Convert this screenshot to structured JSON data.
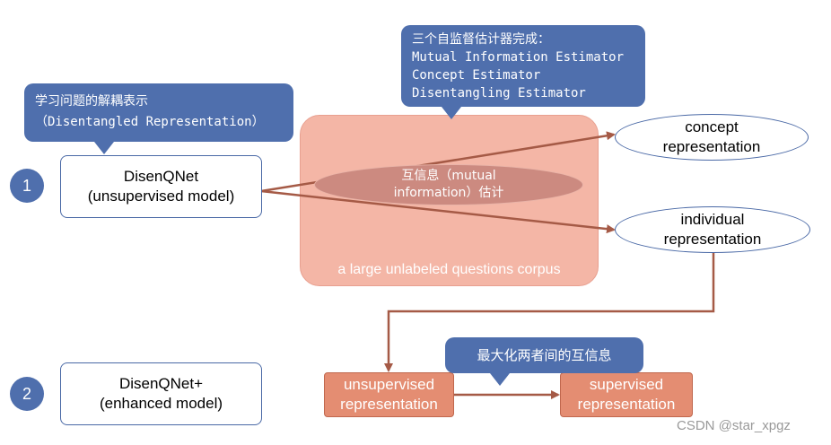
{
  "callout_top_left": {
    "line1": "学习问题的解耦表示",
    "line2": "（Disentangled Representation）"
  },
  "callout_top_right": {
    "line1": "三个自监督估计器完成：",
    "line2": "Mutual Information Estimator",
    "line3": "Concept Estimator",
    "line4": "Disentangling Estimator"
  },
  "callout_bottom": {
    "text": "最大化两者间的互信息"
  },
  "steps": [
    "1",
    "2"
  ],
  "disenqnet": {
    "line1": "DisenQNet",
    "line2": "(unsupervised model)"
  },
  "disenqnet_plus": {
    "line1": "DisenQNet+",
    "line2": "(enhanced model)"
  },
  "corpus_label": "a large unlabeled questions corpus",
  "mutual_info": {
    "line1": "互信息（mutual",
    "line2": "information）估计"
  },
  "concept_rep": {
    "line1": "concept",
    "line2": "representation"
  },
  "individual_rep": {
    "line1": "individual",
    "line2": "representation"
  },
  "unsupervised_rep": {
    "line1": "unsupervised",
    "line2": "representation"
  },
  "supervised_rep": {
    "line1": "supervised",
    "line2": "representation"
  },
  "watermark": "CSDN @star_xpgz",
  "colors": {
    "callout_blue": "#4f6fad",
    "corpus_fill": "#f4b6a6",
    "arrow_brown": "#a55a46",
    "rep_box_fill": "#e48d72"
  }
}
